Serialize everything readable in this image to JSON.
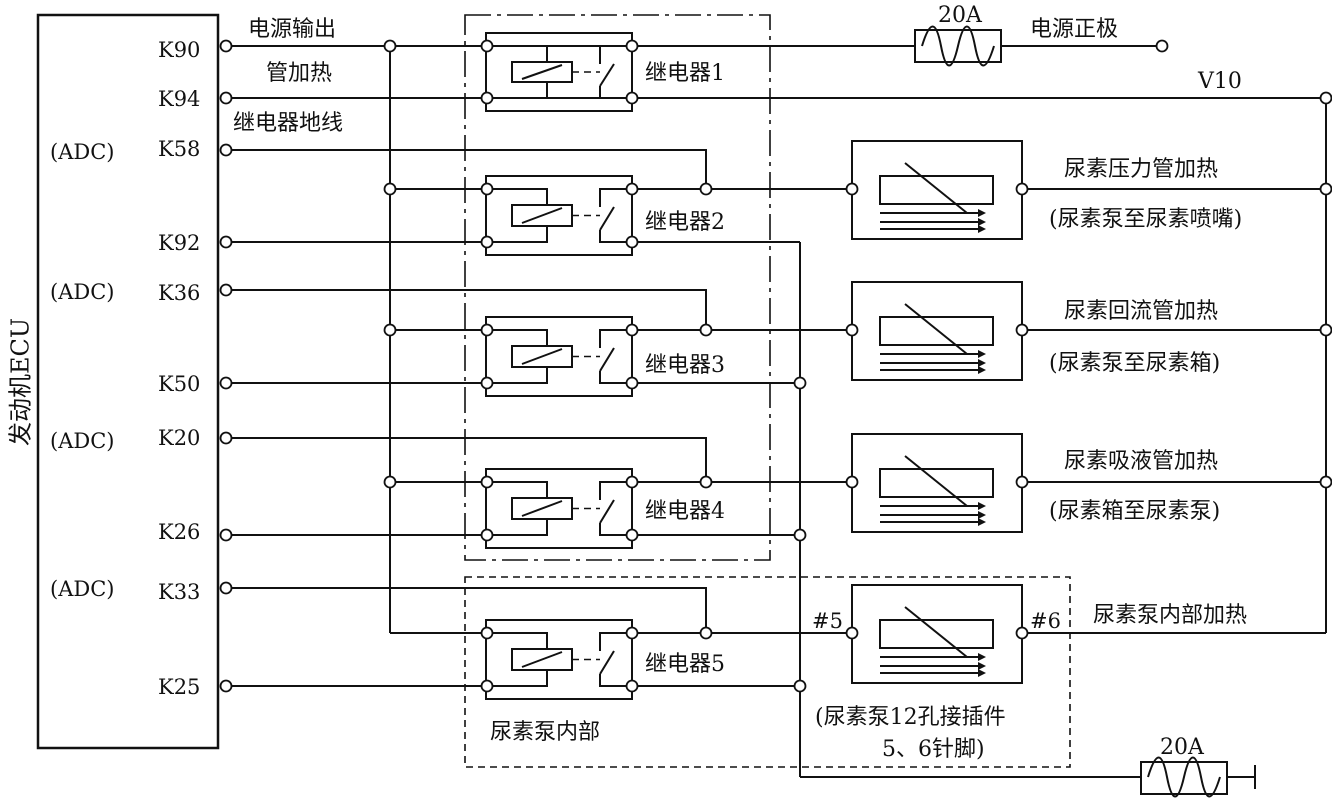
{
  "ecu": {
    "label": "发动机ECU"
  },
  "labels": {
    "power_output": "电源输出",
    "pipe_heating": "管加热",
    "relay_ground": "继电器地线",
    "fuse_top": "20A",
    "positive": "电源正极",
    "v10": "V10",
    "fuse_bottom": "20A",
    "pump_internal": "尿素泵内部",
    "pin5": "#5",
    "pin6": "#6",
    "connector_line1": "(尿素泵12孔接插件",
    "connector_line2": "5、6针脚)"
  },
  "pins": [
    {
      "id": "K90",
      "adc": ""
    },
    {
      "id": "K94",
      "adc": ""
    },
    {
      "id": "K58",
      "adc": "(ADC)"
    },
    {
      "id": "K92",
      "adc": ""
    },
    {
      "id": "K36",
      "adc": "(ADC)"
    },
    {
      "id": "K50",
      "adc": ""
    },
    {
      "id": "K20",
      "adc": "(ADC)"
    },
    {
      "id": "K26",
      "adc": ""
    },
    {
      "id": "K33",
      "adc": "(ADC)"
    },
    {
      "id": "K25",
      "adc": ""
    }
  ],
  "relays": [
    "继电器1",
    "继电器2",
    "继电器3",
    "继电器4",
    "继电器5"
  ],
  "heaters": [
    {
      "name": "尿素压力管加热",
      "route": "(尿素泵至尿素喷嘴)"
    },
    {
      "name": "尿素回流管加热",
      "route": "(尿素泵至尿素箱)"
    },
    {
      "name": "尿素吸液管加热",
      "route": "(尿素箱至尿素泵)"
    },
    {
      "name": "尿素泵内部加热",
      "route": ""
    }
  ]
}
